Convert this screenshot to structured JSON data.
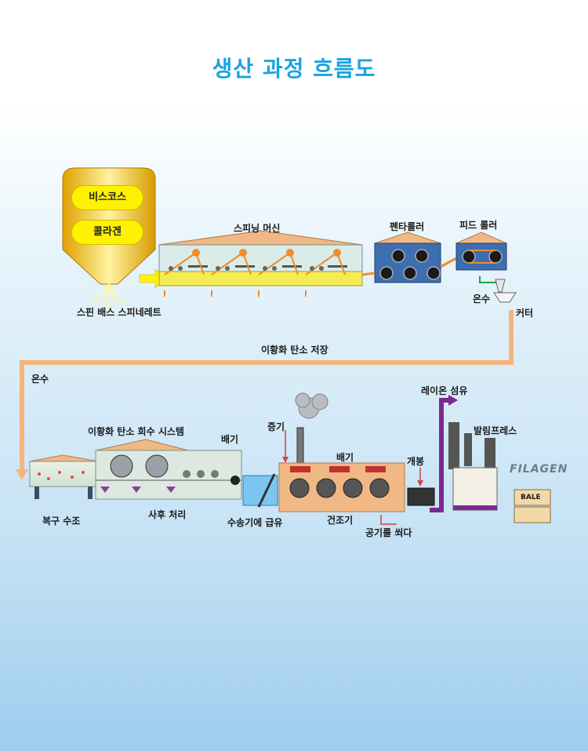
{
  "title": "생산 과정 흐름도",
  "hopper": {
    "item1": "비스코스",
    "item2": "콜라겐"
  },
  "labels": {
    "spin_bath": "스핀 배스 스피네레트",
    "spinning_machine": "스피닝 머신",
    "penta_roller": "펜타롤러",
    "feed_roller": "피드 롤러",
    "warm_water_top": "온수",
    "cutter": "커터",
    "cs2_storage": "이황화 탄소 저장",
    "warm_water_left": "온수",
    "cs2_recovery": "이황화 탄소 회수 시스템",
    "exhaust_1": "배기",
    "steam": "증기",
    "exhaust_2": "배기",
    "rayon_fiber": "레이온 섬유",
    "bale_press": "발림프레스",
    "opening": "개봉",
    "recovery_tank": "복구 수조",
    "after_treatment": "사후 처리",
    "conveyor_feed": "수송기에 급유",
    "dryer": "건조기",
    "air_blow": "공기를 쐬다",
    "bale": "BALE"
  },
  "logo": "FILAGEN",
  "colors": {
    "title": "#1aa3e0",
    "flow": "#f2a25a",
    "machine_blue": "#3d6fb0",
    "yellow": "#fff200",
    "purple": "#7a2a8c"
  }
}
